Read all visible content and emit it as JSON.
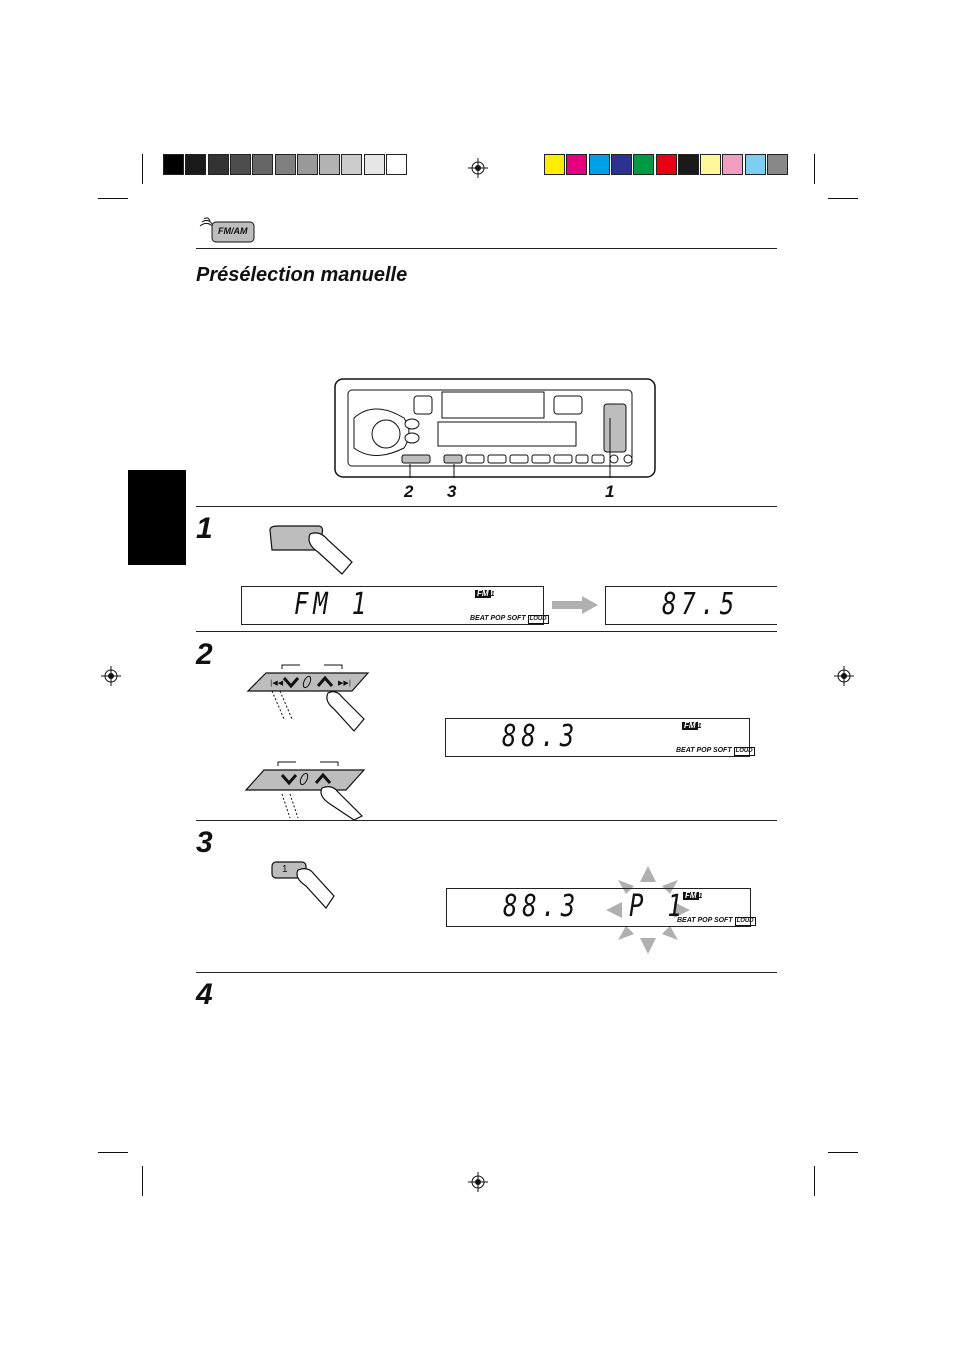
{
  "color_bar": {
    "grays": [
      "#000000",
      "#1a1a1a",
      "#333333",
      "#4d4d4d",
      "#666666",
      "#808080",
      "#999999",
      "#b3b3b3",
      "#cccccc",
      "#e6e6e6",
      "#ffffff"
    ],
    "colors": [
      "#ffee00",
      "#e6007e",
      "#00a0e9",
      "#2e3192",
      "#009944",
      "#e60012",
      "#1a1a1a",
      "#fff799",
      "#f19ec2",
      "#7ecef4",
      "#888888"
    ]
  },
  "header": {
    "icon": "fm-am-icon",
    "icon_label": "FM/AM"
  },
  "section": {
    "title": "Présélection manuelle"
  },
  "radio_callouts": {
    "a": "2",
    "b": "3",
    "c": "1"
  },
  "steps": [
    {
      "number": "1",
      "lcd_a": {
        "text": "FM 1",
        "band": "FM",
        "band_num": "1",
        "modes": "BEAT POP SOFT",
        "loud": "LOUD"
      },
      "lcd_b": {
        "text": "87.5"
      }
    },
    {
      "number": "2",
      "lcd": {
        "text": "88.3",
        "band": "FM",
        "band_num": "1",
        "modes": "BEAT POP SOFT",
        "loud": "LOUD"
      }
    },
    {
      "number": "3",
      "button_label": "1",
      "lcd": {
        "text": "88.3",
        "preset": "P 1",
        "band": "FM",
        "band_num": "1",
        "modes": "BEAT POP SOFT",
        "loud": "LOUD"
      }
    },
    {
      "number": "4"
    }
  ],
  "colors": {
    "ink": "#111111",
    "button_gray": "#bdbdbd",
    "arrow_gray": "#b0b0b0",
    "tab_black": "#000000"
  }
}
